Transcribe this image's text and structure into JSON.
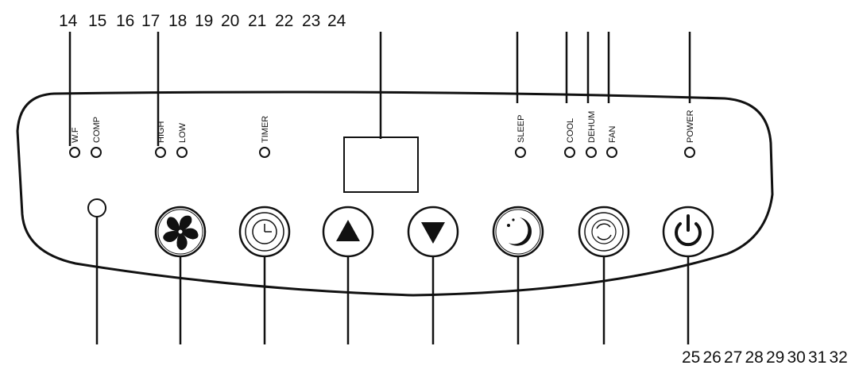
{
  "top_numbers": [
    "14",
    "15",
    "16",
    "17",
    "18",
    "19",
    "20",
    "21",
    "22",
    "23",
    "24"
  ],
  "bottom_numbers": [
    "25",
    "26",
    "27",
    "28",
    "29",
    "30",
    "31",
    "32"
  ],
  "indicators": [
    {
      "label": "W.F"
    },
    {
      "label": "COMP"
    },
    {
      "label": "HIGH"
    },
    {
      "label": "LOW"
    },
    {
      "label": "TIMER"
    },
    {
      "label": "SLEEP"
    },
    {
      "label": "COOL"
    },
    {
      "label": "DEHUM"
    },
    {
      "label": "FAN"
    },
    {
      "label": "POWER"
    }
  ],
  "buttons": [
    {
      "icon": "sensor-icon"
    },
    {
      "icon": "fan-icon"
    },
    {
      "icon": "clock-icon"
    },
    {
      "icon": "triangle-up-icon"
    },
    {
      "icon": "triangle-down-icon"
    },
    {
      "icon": "moon-icon"
    },
    {
      "icon": "mode-cycle-icon"
    },
    {
      "icon": "power-icon"
    }
  ]
}
